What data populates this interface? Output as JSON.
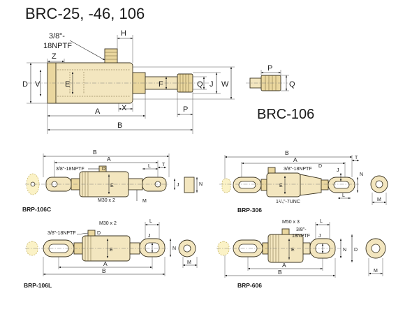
{
  "main_view": {
    "title": "BRC-25, -46, 106",
    "port_label_top": "3/8\"-",
    "port_label_bottom": "18NPTF",
    "dims": {
      "H": "H",
      "Z": "Z",
      "D": "D",
      "V": "V",
      "E": "E",
      "F": "F",
      "Q": "Q",
      "J": "J",
      "W": "W",
      "X": "X",
      "P": "P",
      "A": "A",
      "B": "B"
    }
  },
  "detail_view": {
    "title": "BRC-106",
    "dims": {
      "P": "P",
      "Q": "Q"
    }
  },
  "brp_106c": {
    "caption": "BRP-106C",
    "port": "3/8\"-18NPTF",
    "thread": "M30 x 2",
    "dims": {
      "B": "B",
      "A": "A",
      "D": "D",
      "E": "E",
      "L": "L",
      "T": "T",
      "J": "J",
      "N": "N",
      "M": "M"
    }
  },
  "brp_306": {
    "caption": "BRP-306",
    "port": "3/8\"-18NPTF",
    "thread": "1¹/₄\"-7UNC",
    "dims": {
      "B": "B",
      "A": "A",
      "D": "D",
      "E": "E",
      "T": "T",
      "J": "J",
      "N": "N",
      "L": "L",
      "M": "M"
    }
  },
  "brp_106l": {
    "caption": "BRP-106L",
    "port": "3/8\"-18NPTF",
    "thread": "M30 x 2",
    "dims": {
      "L": "L",
      "D": "D",
      "E": "E",
      "J": "J",
      "N": "N",
      "M": "M",
      "A": "A",
      "B": "B"
    }
  },
  "brp_606": {
    "caption": "BRP-606",
    "thread": "M50 x 3",
    "port_top": "3/8\"-",
    "port_bottom": "18NPTF",
    "dims": {
      "L": "L",
      "E": "E",
      "J": "J",
      "N": "N",
      "D": "D",
      "M": "M",
      "A": "A",
      "B": "B"
    }
  }
}
